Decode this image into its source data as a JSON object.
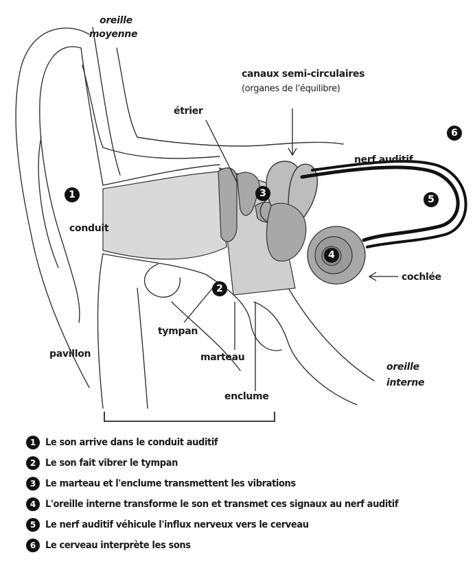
{
  "labels": {
    "oreille_moyenne_1": "oreille",
    "oreille_moyenne_2": "moyenne",
    "canaux": "canaux semi-circulaires",
    "canaux_sub": "(organes de l'équilibre)",
    "etrier": "étrier",
    "nerf": "nerf auditif",
    "conduit": "conduit",
    "cochlee": "cochlée",
    "tympan": "tympan",
    "marteau": "marteau",
    "pavillon": "pavillon",
    "enclume": "enclume",
    "oreille_interne_1": "oreille",
    "oreille_interne_2": "interne"
  },
  "markers": [
    "1",
    "2",
    "3",
    "4",
    "5",
    "6"
  ],
  "legend": [
    {
      "num": "1",
      "text": "Le son arrive dans le conduit auditif"
    },
    {
      "num": "2",
      "text": "Le son fait vibrer le tympan"
    },
    {
      "num": "3",
      "text": "Le marteau et l'enclume transmettent les vibrations"
    },
    {
      "num": "4",
      "text": "L'oreille interne transforme le son et transmet ces signaux au nerf auditif"
    },
    {
      "num": "5",
      "text": "Le nerf auditif véhicule l'influx nerveux vers le cerveau"
    },
    {
      "num": "6",
      "text": "Le cerveau interprète les sons"
    }
  ]
}
